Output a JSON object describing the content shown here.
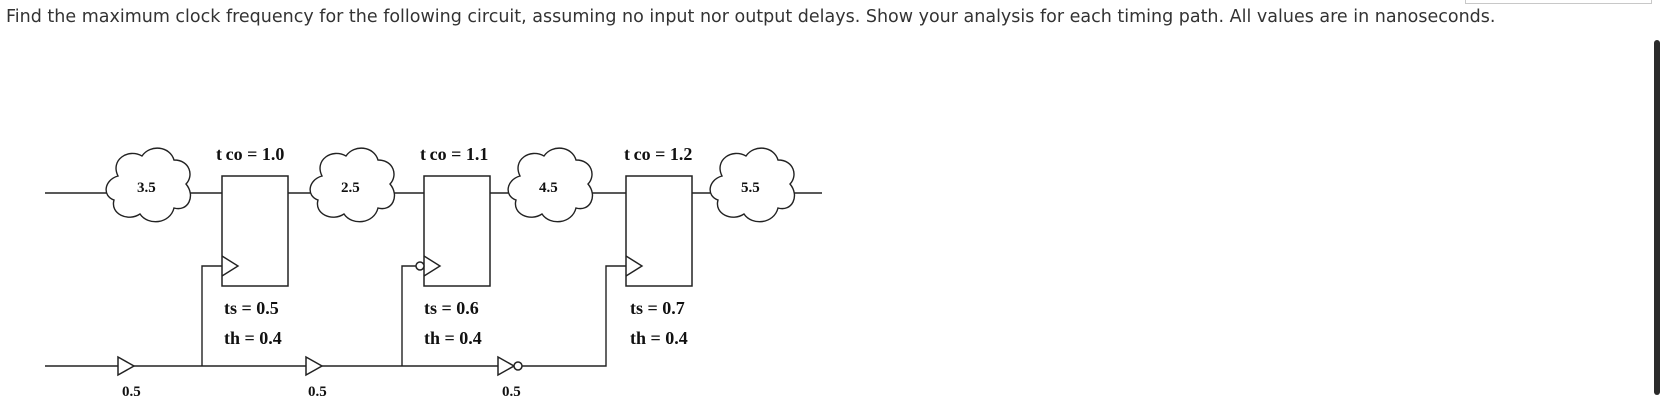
{
  "question": {
    "text": "Find the maximum clock frequency for the following circuit, assuming no input nor output delays. Show your analysis for each timing path. All values are in nanoseconds."
  },
  "circuit": {
    "clouds": [
      {
        "delay": "3.5"
      },
      {
        "delay": "2.5"
      },
      {
        "delay": "4.5"
      },
      {
        "delay": "5.5"
      }
    ],
    "flip_flops": [
      {
        "tco": "t co = 1.0",
        "ts": "ts = 0.5",
        "th": "th = 0.4"
      },
      {
        "tco": "t co = 1.1",
        "ts": "ts = 0.6",
        "th": "th = 0.4"
      },
      {
        "tco": "t co = 1.2",
        "ts": "ts = 0.7",
        "th": "th = 0.4"
      }
    ],
    "buffers": [
      {
        "delay": "0.5"
      },
      {
        "delay": "0.5"
      },
      {
        "delay": "0.5"
      }
    ]
  }
}
